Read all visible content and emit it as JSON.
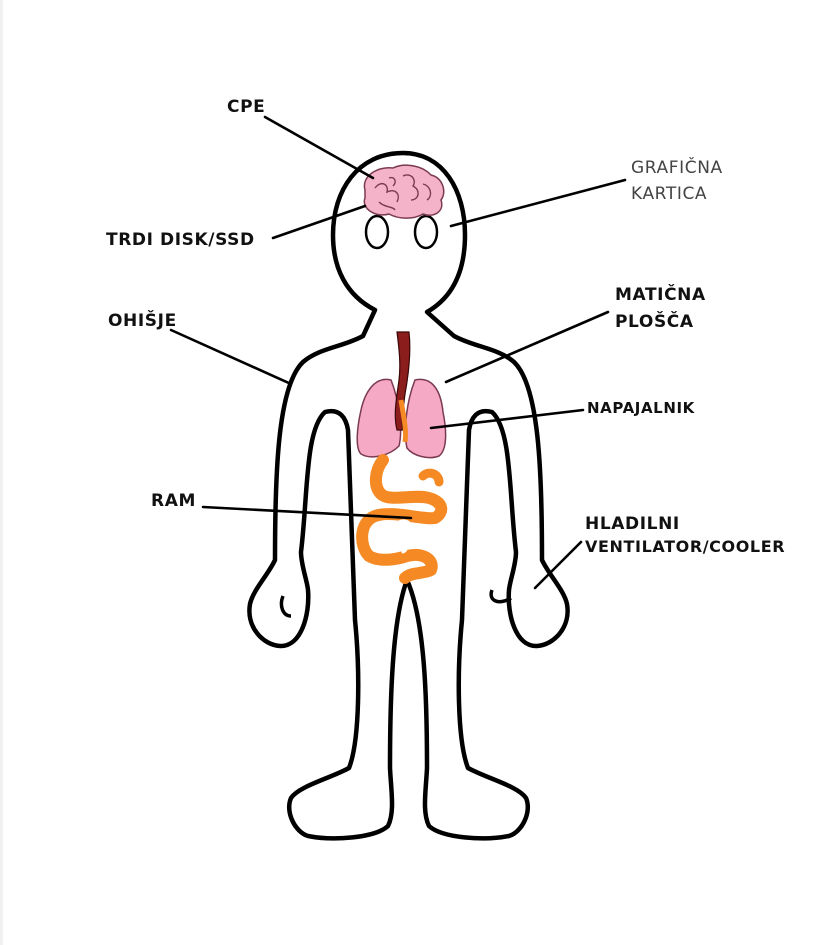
{
  "labels": {
    "cpe": "CPE",
    "trdi_disk": "TRDI DISK/SSD",
    "graficna_line1": "GRAFIČNA",
    "graficna_line2": "KARTICA",
    "ohisje": "OHIŠJE",
    "maticna_line1": "MATIČNA",
    "maticna_line2": "PLOŠČA",
    "napajalnik": "NAPAJALNIK",
    "ram": "RAM",
    "hladilni_line1": "HLADILNI",
    "hladilni_line2": "VENTILATOR/COOLER"
  },
  "colors": {
    "outline": "#000000",
    "brain": "#f4b3c9",
    "lungs": "#f6a9c4",
    "trachea": "#8b1d1d",
    "intestine": "#f58a25"
  }
}
